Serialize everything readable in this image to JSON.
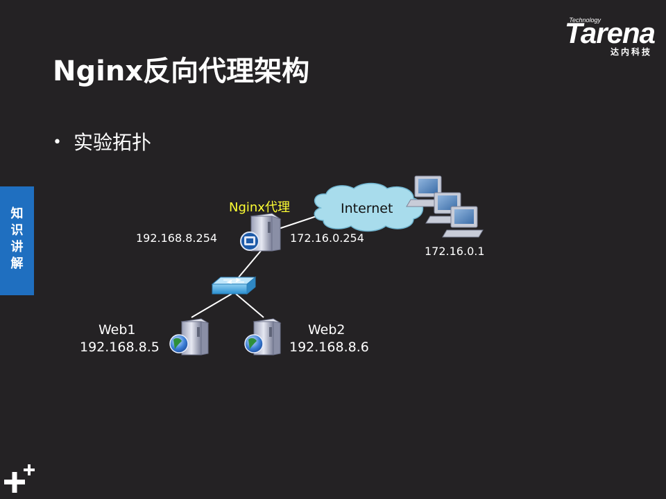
{
  "slide": {
    "title": "Nginx反向代理架构",
    "bullet": "实验拓扑",
    "side_tab": "知\n识\n讲\n解"
  },
  "logo": {
    "brand": "Tarena",
    "tag": "Technology",
    "subtitle": "达内科技"
  },
  "diagram": {
    "proxy": {
      "name": "Nginx代理",
      "ip_internal": "192.168.8.254",
      "ip_external": "172.16.0.254"
    },
    "cloud": {
      "label": "Internet"
    },
    "clients": {
      "ip": "172.16.0.1"
    },
    "web1": {
      "name": "Web1",
      "ip": "192.168.8.5"
    },
    "web2": {
      "name": "Web2",
      "ip": "192.168.8.6"
    }
  },
  "colors": {
    "background": "#242224",
    "side_tab": "#1f6fc0",
    "proxy_label": "#ffff33",
    "cloud_fill": "#a8dcec"
  }
}
